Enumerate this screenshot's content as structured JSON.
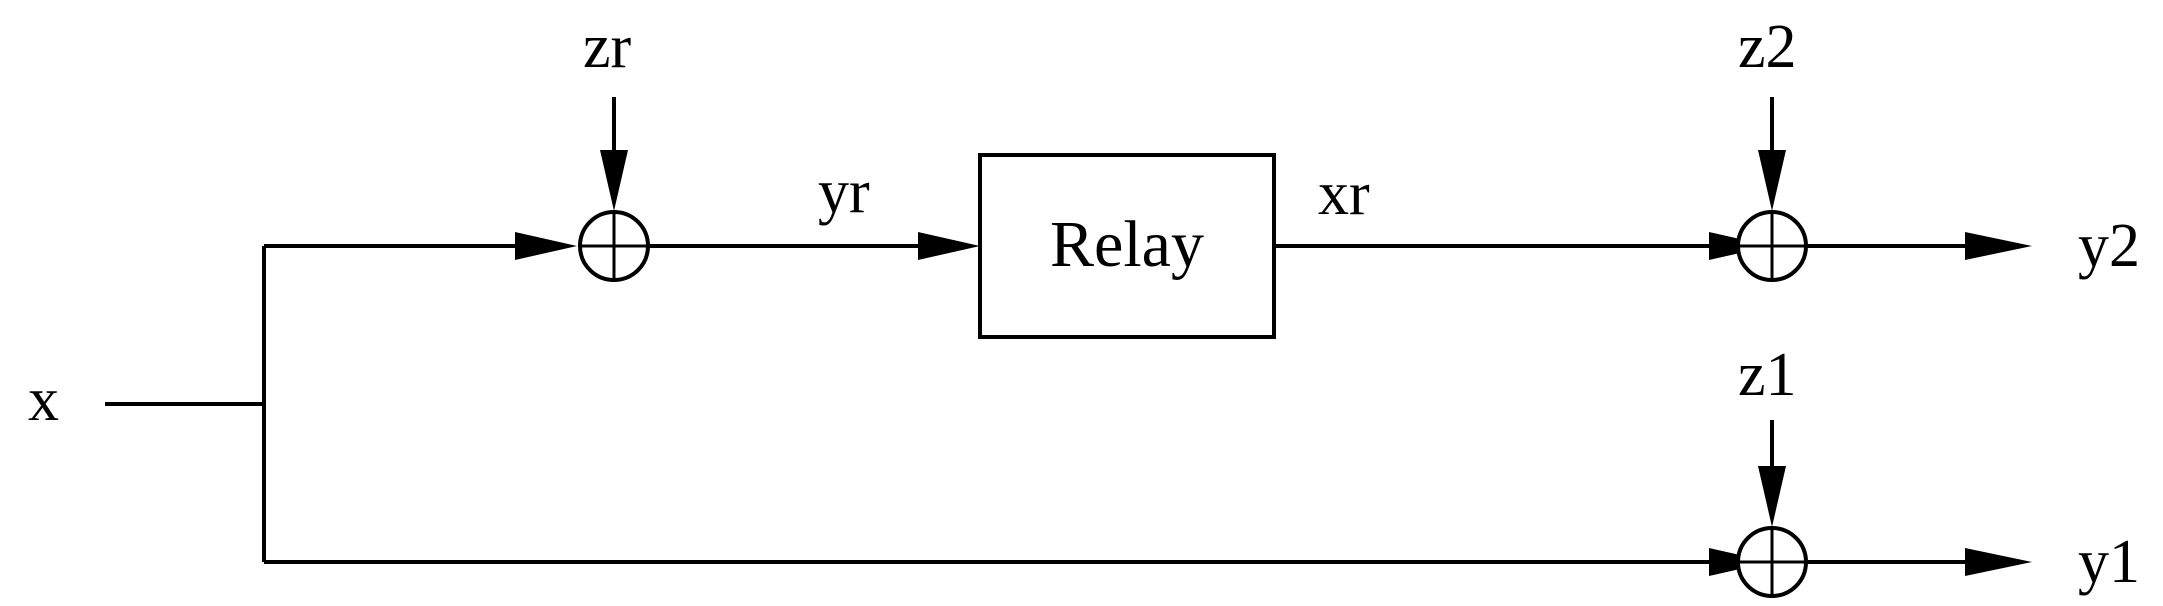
{
  "diagram": {
    "input": "x",
    "relay_block": "Relay",
    "relay_input": "yr",
    "relay_output": "xr",
    "noise_relay": "zr",
    "noise_dest2": "z2",
    "noise_dest1": "z1",
    "output2": "y2",
    "output1": "y1"
  }
}
